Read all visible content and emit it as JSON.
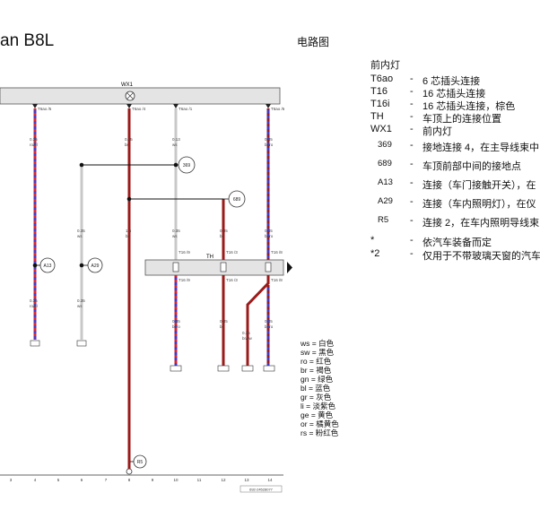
{
  "title": "an B8L",
  "section_title": "电路图",
  "legend": {
    "heading": "前内灯",
    "items": [
      {
        "code": "T6ao",
        "desc": "6 芯插头连接"
      },
      {
        "code": "T16",
        "desc": "16 芯插头连接"
      },
      {
        "code": "T16i",
        "desc": "16 芯插头连接，棕色"
      },
      {
        "code": "TH",
        "desc": "车顶上的连接位置"
      },
      {
        "code": "WX1",
        "desc": "前内灯"
      },
      {
        "code": "369",
        "desc": "接地连接 4，在主导线束中"
      },
      {
        "code": "689",
        "desc": "车顶前部中间的接地点"
      },
      {
        "code": "A13",
        "desc": "连接（车门接触开关），在"
      },
      {
        "code": "A29",
        "desc": "连接（车内照明灯），在仪"
      },
      {
        "code": "R5",
        "desc": "连接 2，在车内照明导线束"
      },
      {
        "code": "*",
        "desc": "依汽车装备而定"
      },
      {
        "code": "*2",
        "desc": "仅用于不带玻璃天窗的汽车"
      }
    ]
  },
  "color_codes": [
    "ws = 白色",
    "sw = 黑色",
    "ro = 红色",
    "br = 褐色",
    "gn = 绿色",
    "bl = 蓝色",
    "gr = 灰色",
    "li = 淡紫色",
    "ge = 黄色",
    "or = 橘黄色",
    "rs = 粉红色"
  ],
  "diagram": {
    "component_label": "WX1",
    "connector_label": "TH",
    "bottom_ref": "692-24528077",
    "circle_labels": [
      "A13",
      "A29",
      "369",
      "689",
      "R5"
    ],
    "wires": {
      "w4": {
        "top_pin": "T6ao /5",
        "size": "0.35",
        "color": "ro/bl",
        "bottom": "A13"
      },
      "w6": {
        "top_pin": "",
        "size": "0.35",
        "color": "ws",
        "bottom": "A29"
      },
      "w8": {
        "top_pin": "T6ao /4",
        "size": "0.35",
        "color": "br",
        "mid_size": "1.5",
        "mid_color": "br"
      },
      "w10": {
        "top_pin": "T6ao /1",
        "size": "0.13",
        "color": "ws"
      },
      "w12": {
        "size": "0.35",
        "color": "br"
      },
      "w14": {
        "top_pin": "T6ao /6",
        "size": "0.35",
        "color": "br/ro"
      }
    },
    "th_pins": [
      "T16 /9",
      "T16 /3",
      "T16 /8"
    ],
    "lower_wires": [
      {
        "size": "0.35",
        "color": "bl/ro"
      },
      {
        "size": "0.35",
        "color": "br"
      },
      {
        "size": "0.35",
        "color": "br/sw"
      },
      {
        "size": "0.35",
        "color": "br/ro"
      }
    ],
    "col_numbers": [
      "3",
      "4",
      "5",
      "6",
      "7",
      "8",
      "9",
      "10",
      "11",
      "12",
      "13",
      "14"
    ]
  },
  "colors": {
    "wire_brown": "#9b1b1b",
    "wire_blue": "#3b3bd0",
    "wire_red": "#e02222",
    "wire_white": "#c8c8c8",
    "box_fill": "#e4e4e4"
  }
}
